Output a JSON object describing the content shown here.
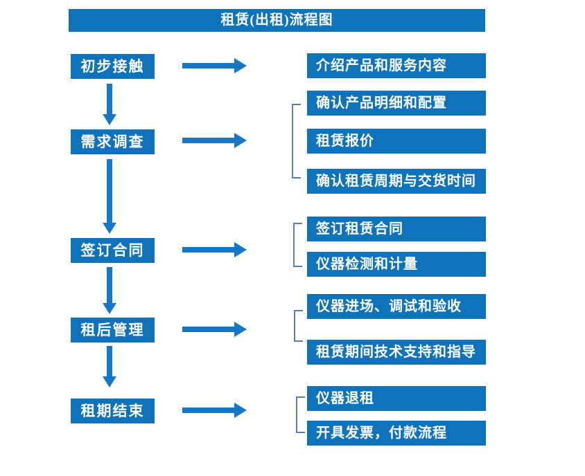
{
  "header": {
    "title": "租赁(出租)流程图"
  },
  "colors": {
    "box_blue": "#0E73BB",
    "arrow_blue": "#1677C6",
    "bracket_blue": "#5B7CB0",
    "text_white": "#FFFFFF",
    "background": "#FFFFFF"
  },
  "flow": {
    "steps": [
      {
        "label": "初步接触",
        "details": [
          "介绍产品和服务内容"
        ]
      },
      {
        "label": "需求调查",
        "details": [
          "确认产品明细和配置",
          "租赁报价",
          "确认租赁周期与交货时间"
        ]
      },
      {
        "label": "签订合同",
        "details": [
          "签订租赁合同",
          "仪器检测和计量"
        ]
      },
      {
        "label": "租后管理",
        "details": [
          "仪器进场、调试和验收",
          "租赁期间技术支持和指导"
        ]
      },
      {
        "label": "租期结束",
        "details": [
          "仪器退租",
          "开具发票，付款流程"
        ]
      }
    ]
  }
}
